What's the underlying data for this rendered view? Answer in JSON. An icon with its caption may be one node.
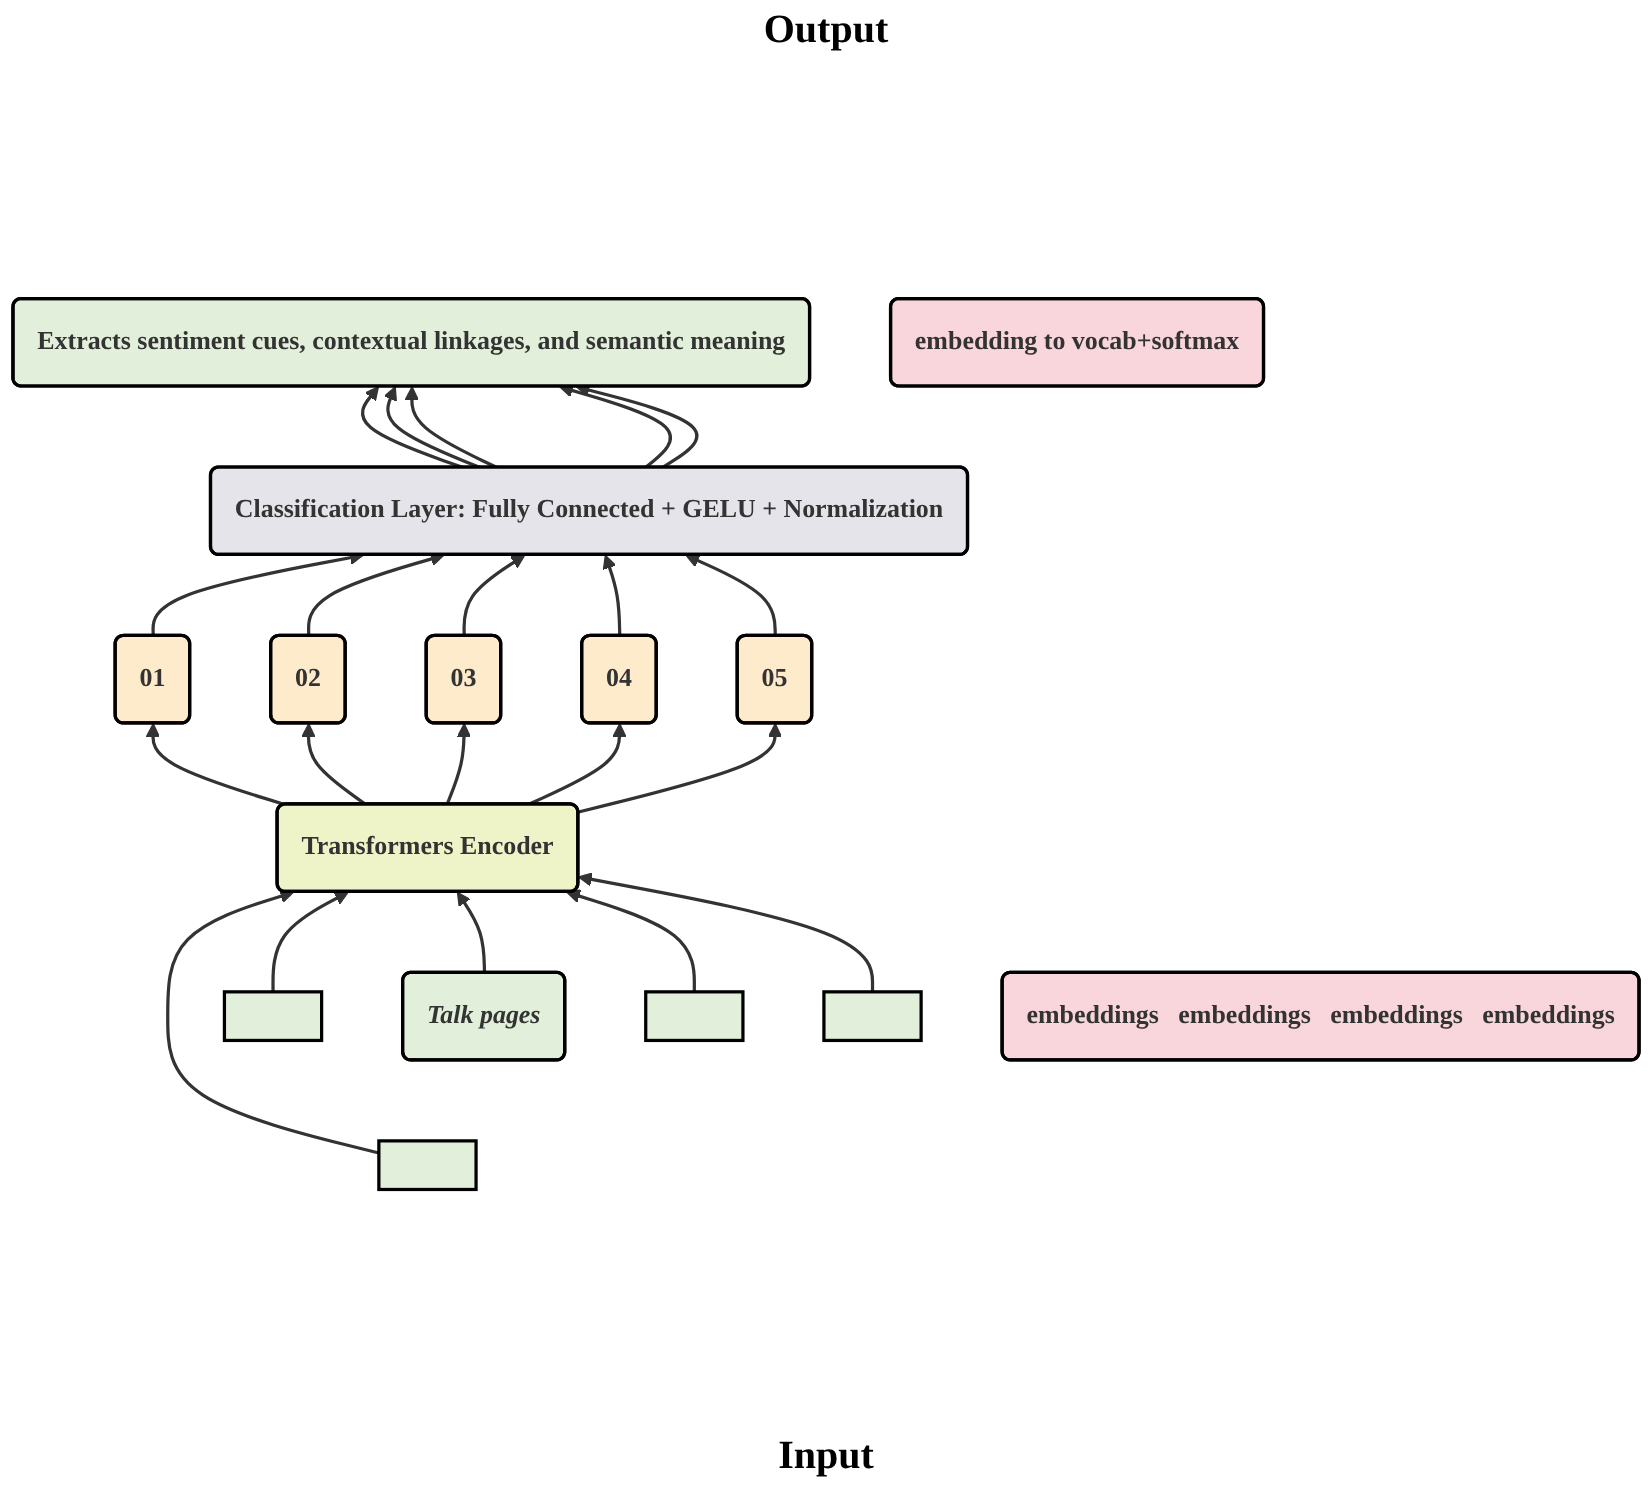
{
  "diagram": {
    "nodes": [
      {
        "text": [
          "Extracts sentiment cues, contextual linkages, and semantic meaning"
        ]
      },
      {
        "text": [
          "embedding to vocab+softmax"
        ]
      },
      {
        "text": [
          "Classification Layer: Fully Connected + GELU + Normalization"
        ]
      },
      {
        "text": [
          "01"
        ]
      },
      {
        "text": [
          "02"
        ]
      },
      {
        "text": [
          "03"
        ]
      },
      {
        "text": [
          "04"
        ]
      },
      {
        "text": [
          "05"
        ]
      },
      {
        "text": [
          "Transformers Encoder"
        ]
      },
      {
        "text": [
          "embeddings",
          "embeddings",
          "embeddings",
          "embeddings"
        ]
      },
      {
        "text": [],
        "shape": "box"
      },
      {
        "text": [],
        "shape": "box"
      },
      {
        "text": [
          "Talk pages"
        ]
      },
      {
        "text": [],
        "shape": "box"
      },
      {
        "text": [],
        "shape": "box"
      }
    ],
    "edges": [
      {
        "from": 10,
        "to": 8,
        "arrow": "to"
      },
      {
        "from": 11,
        "to": 8,
        "arrow": "to"
      },
      {
        "from": 12,
        "to": 8,
        "arrow": "to"
      },
      {
        "from": 13,
        "to": 8,
        "arrow": "to"
      },
      {
        "from": 14,
        "to": 8,
        "arrow": "to"
      },
      {
        "from": 8,
        "to": 3,
        "arrow": "to"
      },
      {
        "from": 8,
        "to": 4,
        "arrow": "to"
      },
      {
        "from": 8,
        "to": 5,
        "arrow": "to"
      },
      {
        "from": 8,
        "to": 6,
        "arrow": "to"
      },
      {
        "from": 8,
        "to": 7,
        "arrow": "to"
      },
      {
        "from": 3,
        "to": 2,
        "arrow": "to"
      },
      {
        "from": 4,
        "to": 2,
        "arrow": "to"
      },
      {
        "from": 5,
        "to": 2,
        "arrow": "to"
      },
      {
        "from": 6,
        "to": 2,
        "arrow": "to"
      },
      {
        "from": 7,
        "to": 2,
        "arrow": "to"
      },
      {
        "from": 2,
        "to": 0,
        "arrow": "to"
      },
      {
        "from": 2,
        "to": 0,
        "arrow": "to"
      },
      {
        "from": 2,
        "to": 0,
        "arrow": "to"
      },
      {
        "from": 2,
        "to": 0,
        "arrow": "to"
      },
      {
        "from": 2,
        "to": 0,
        "arrow": "to"
      }
    ],
    "labels": [
      "Output",
      "Input"
    ]
  }
}
